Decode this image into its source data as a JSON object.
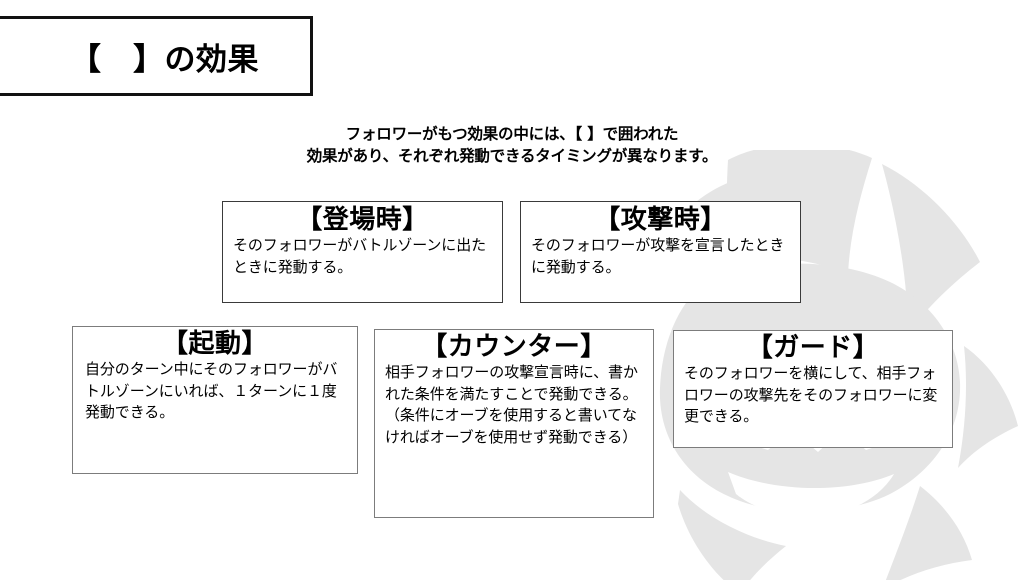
{
  "slide": {
    "title": "【　】の効果",
    "subtitle": "フォロワーがもつ効果の中には、【 】で囲われた\n効果があり、それぞれ発動できるタイミングが異なります。",
    "background_color": "#ffffff",
    "text_color": "#000000",
    "watermark_color": "#e5e5e5",
    "watermark_name": "beast-mask-emblem-watermark"
  },
  "cards": [
    {
      "id": "toujouji",
      "title": "【登場時】",
      "description": "そのフォロワーがバトルゾーンに出たときに発動する。",
      "border_color": "#3a3a3a"
    },
    {
      "id": "kougekiji",
      "title": "【攻撃時】",
      "description": "そのフォロワーが攻撃を宣言したときに発動する。",
      "border_color": "#3a3a3a"
    },
    {
      "id": "kidou",
      "title": "【起動】",
      "description": "自分のターン中にそのフォロワーがバトルゾーンにいれば、１ターンに１度発動できる。",
      "border_color": "#7c7c7c"
    },
    {
      "id": "counter",
      "title": "【カウンター】",
      "description": "相手フォロワーの攻撃宣言時に、書かれた条件を満たすことで発動できる。（条件にオーブを使用すると書いてなければオーブを使用せず発動できる）",
      "border_color": "#7c7c7c"
    },
    {
      "id": "guard",
      "title": "【ガード】",
      "description": "そのフォロワーを横にして、相手フォロワーの攻撃先をそのフォロワーに変更できる。",
      "border_color": "#7c7c7c"
    }
  ]
}
